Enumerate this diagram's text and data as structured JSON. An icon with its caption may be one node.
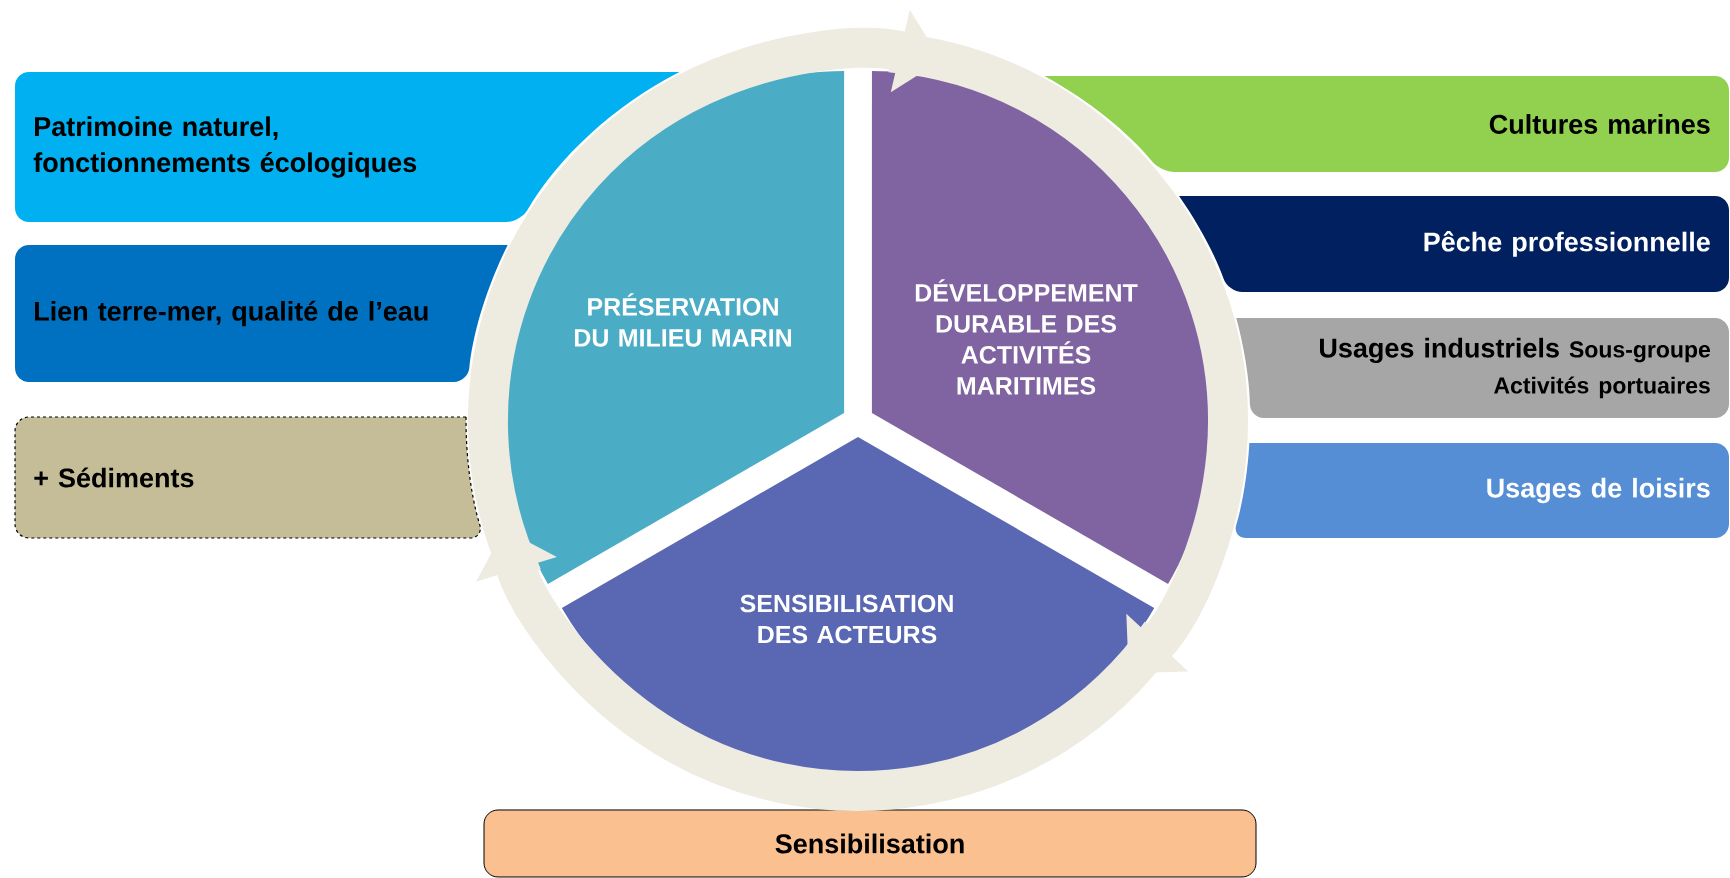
{
  "diagram": {
    "nodes": [
      {
        "text": [
          "Patrimoine naturel, fonctionnements écologiques"
        ]
      },
      {
        "text": [
          "Lien terre-mer, qualité de l’eau"
        ]
      },
      {
        "text": [
          "+ Sédiments"
        ]
      },
      {
        "text": [
          "PRÉSERVATION DU MILIEU MARIN"
        ]
      },
      {
        "text": [
          "DÉVELOPPEMENT DURABLE DES ACTIVITÉS MARITIMES"
        ]
      },
      {
        "text": [
          "Cultures marines"
        ]
      },
      {
        "text": [
          "Pêche professionnelle"
        ]
      },
      {
        "text": [
          "Usages industriels",
          "Sous-groupe Activités portuaires"
        ]
      },
      {
        "text": [
          "Usages de loisirs"
        ]
      },
      {
        "text": [
          "SENSIBILISATION DES ACTEURS"
        ]
      },
      {
        "text": [
          "Sensibilisation"
        ]
      }
    ],
    "edges": [
      {
        "from": 3,
        "to": 4,
        "arrow": "to"
      },
      {
        "from": 4,
        "to": 9,
        "arrow": "to"
      },
      {
        "from": 9,
        "to": 3,
        "arrow": "to"
      }
    ]
  }
}
